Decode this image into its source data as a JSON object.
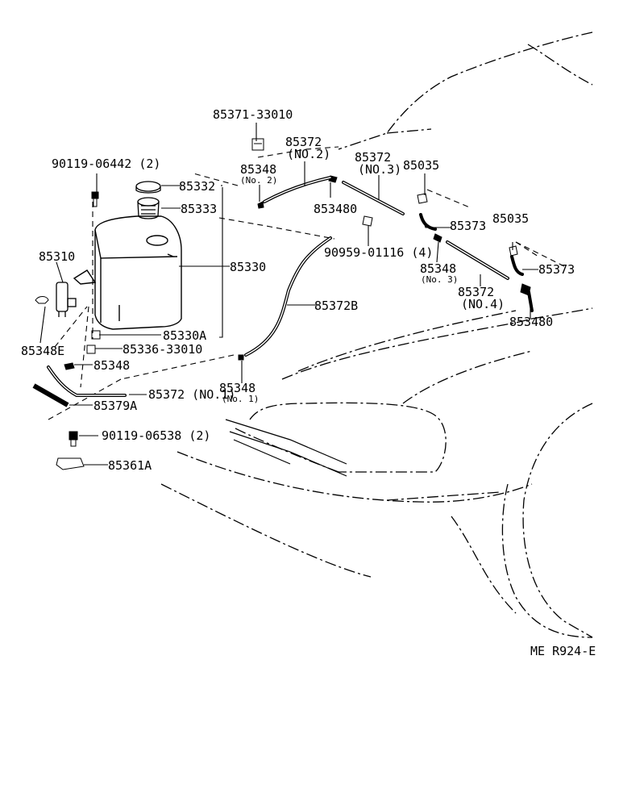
{
  "diagram": {
    "type": "parts-exploded-view",
    "subject": "windshield washer reservoir, pump, hoses and nozzles",
    "drawing_code": "ME R924-E",
    "parts": {
      "p85371_33010": "85371-33010",
      "p85372_no2": [
        "85372",
        "(NO.2)"
      ],
      "p85372_no3": [
        "85372",
        "(NO.3)"
      ],
      "p85035_a": "85035",
      "p85035_b": "85035",
      "p90119_06442": "90119-06442 (2)",
      "p85332": "85332",
      "p85333": "85333",
      "p85348_no2": [
        "85348",
        "(No. 2)"
      ],
      "p853480_a": "853480",
      "p85373_a": "85373",
      "p85373_b": "85373",
      "p90959_01116": "90959-01116 (4)",
      "p85348_no3": [
        "85348",
        "(No. 3)"
      ],
      "p85372_no4": [
        "85372",
        "(NO.4)"
      ],
      "p853480_b": "853480",
      "p85310": "85310",
      "p85330": "85330",
      "p85372b": "85372B",
      "p85348e": "85348E",
      "p85330a": "85330A",
      "p85336_33010": "85336-33010",
      "p85348": "85348",
      "p85372_no1": "85372 (NO.1)",
      "p85348_no1": [
        "85348",
        "(No. 1)"
      ],
      "p85379a": "85379A",
      "p90119_06538": "90119-06538 (2)",
      "p85361a": "85361A"
    }
  }
}
